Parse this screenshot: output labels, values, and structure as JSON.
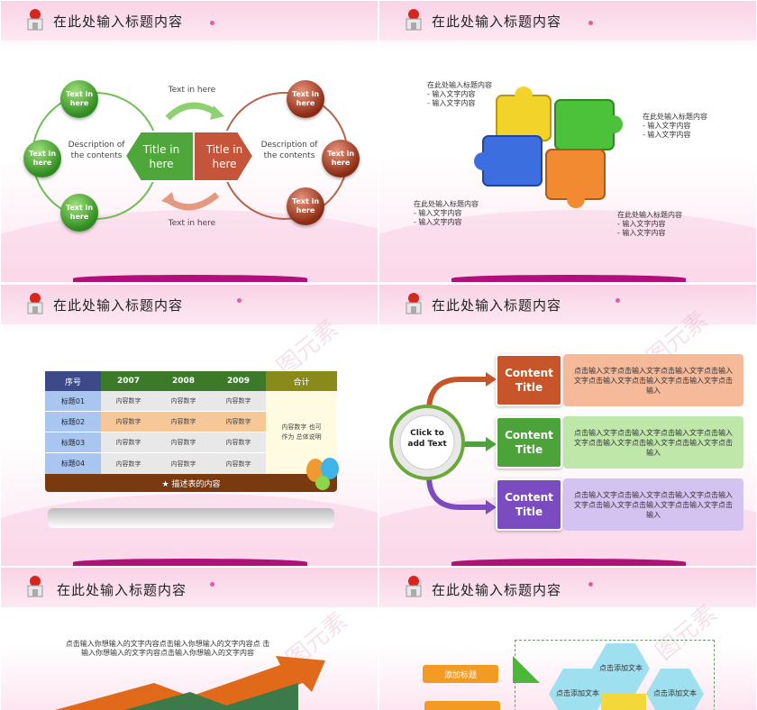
{
  "slide_title": "在此处输入标题内容",
  "s1": {
    "left_balls": [
      "Text in here",
      "Text in here",
      "Text in here"
    ],
    "right_balls": [
      "Text in here",
      "Text in here",
      "Text in here"
    ],
    "left_desc": "Description of the contents",
    "right_desc": "Description of the contents",
    "left_title": "Title in here",
    "right_title": "Title in here",
    "top_text": "Text in here",
    "bottom_text": "Text in here"
  },
  "s2": {
    "blocks": [
      {
        "title": "在此处输入标题内容",
        "l1": "- 输入文字内容",
        "l2": "- 输入文字内容"
      },
      {
        "title": "在此处输入标题内容",
        "l1": "- 输入文字内容",
        "l2": "- 输入文字内容"
      },
      {
        "title": "在此处输入标题内容",
        "l1": "- 输入文字内容",
        "l2": "- 输入文字内容"
      },
      {
        "title": "在此处输入标题内容",
        "l1": "- 输入文字内容",
        "l2": "- 输入文字内容"
      }
    ]
  },
  "s3": {
    "headers": [
      "序号",
      "2007",
      "2008",
      "2009",
      "合计"
    ],
    "rows": [
      {
        "label": "标题01",
        "cells": [
          "内容数字",
          "内容数字",
          "内容数字"
        ]
      },
      {
        "label": "标题02",
        "cells": [
          "内容数字",
          "内容数字",
          "内容数字"
        ]
      },
      {
        "label": "标题03",
        "cells": [
          "内容数字",
          "内容数字",
          "内容数字"
        ]
      },
      {
        "label": "标题04",
        "cells": [
          "内容数字",
          "内容数字",
          "内容数字"
        ]
      }
    ],
    "total_text": "内容数字 也可作为 总体说明",
    "footer": "★ 描述表的内容"
  },
  "s4": {
    "center": "Click to add Text",
    "items": [
      {
        "title": "Content Title",
        "body": "点击输入文字点击输入文字点击输入文字点击输入文字点击输入文字点击输入文字点击输入文字点击输入",
        "color": "#c8552a",
        "bg": "#f6b99a"
      },
      {
        "title": "Content Title",
        "body": "点击输入文字点击输入文字点击输入文字点击输入文字点击输入文字点击输入文字点击输入文字点击输入",
        "color": "#4ca33a",
        "bg": "#bfe7a9"
      },
      {
        "title": "Content Title",
        "body": "点击输入文字点击输入文字点击输入文字点击输入文字点击输入文字点击输入文字点击输入文字点击输入",
        "color": "#7b4bc0",
        "bg": "#d4c2f0"
      }
    ]
  },
  "s5": {
    "text": "点击输入你想输入的文字内容点击输入你想输入的文字内容点 击输入你想输入的文字内容点击输入你想输入的文字内容"
  },
  "s6": {
    "tag": "添加标题",
    "hexes": [
      "点击添加文本",
      "点击添加文本",
      "点击添加文本"
    ]
  },
  "watermark": "图元素"
}
